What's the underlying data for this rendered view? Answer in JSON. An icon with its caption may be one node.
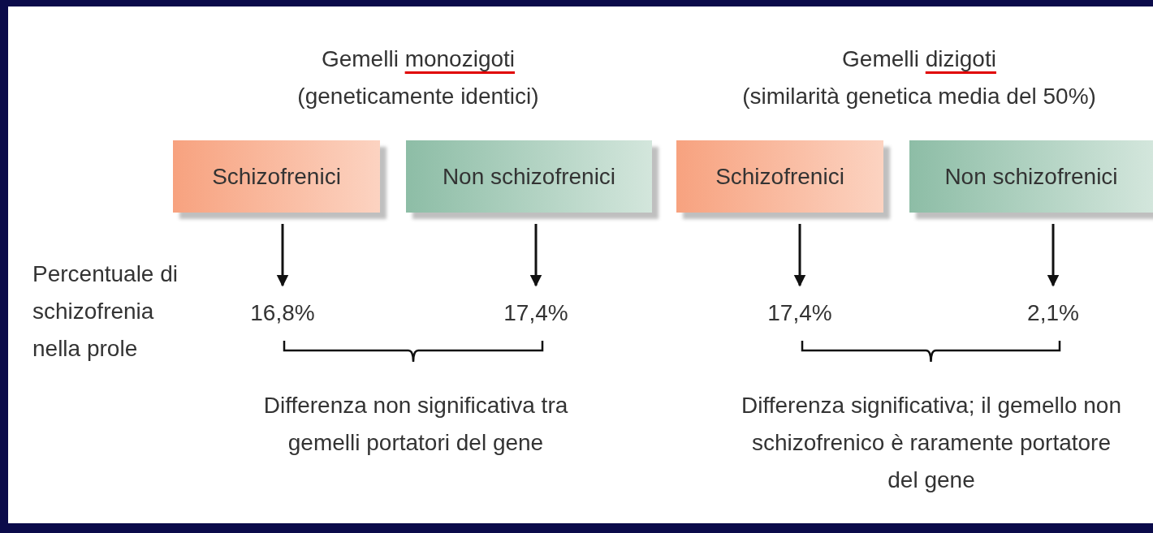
{
  "diagram": {
    "nodes": [
      {
        "text": [
          "Schizofrenici"
        ]
      },
      {
        "text": [
          "Non schizofrenici"
        ]
      },
      {
        "text": [
          "Schizofrenici"
        ]
      },
      {
        "text": [
          "Non schizofrenici"
        ]
      },
      {
        "text": [
          "16,8%"
        ]
      },
      {
        "text": [
          "17,4%"
        ]
      },
      {
        "text": [
          "17,4%"
        ]
      },
      {
        "text": [
          "2,1%"
        ]
      }
    ],
    "edges": [
      {
        "from": 0,
        "to": 4,
        "arrow": "to"
      },
      {
        "from": 1,
        "to": 5,
        "arrow": "to"
      },
      {
        "from": 2,
        "to": 6,
        "arrow": "to"
      },
      {
        "from": 3,
        "to": 7,
        "arrow": "to"
      }
    ],
    "labels": [
      "Gemelli monozigoti",
      "(geneticamente identici)",
      "Gemelli dizigoti",
      "(similarità genetica media del 50%)",
      "Percentuale di schizofrenia nella prole",
      "Differenza non significativa tra gemelli portatori del gene",
      "Differenza significativa; il gemello non schizofrenico è raramente portatore del gene"
    ]
  }
}
